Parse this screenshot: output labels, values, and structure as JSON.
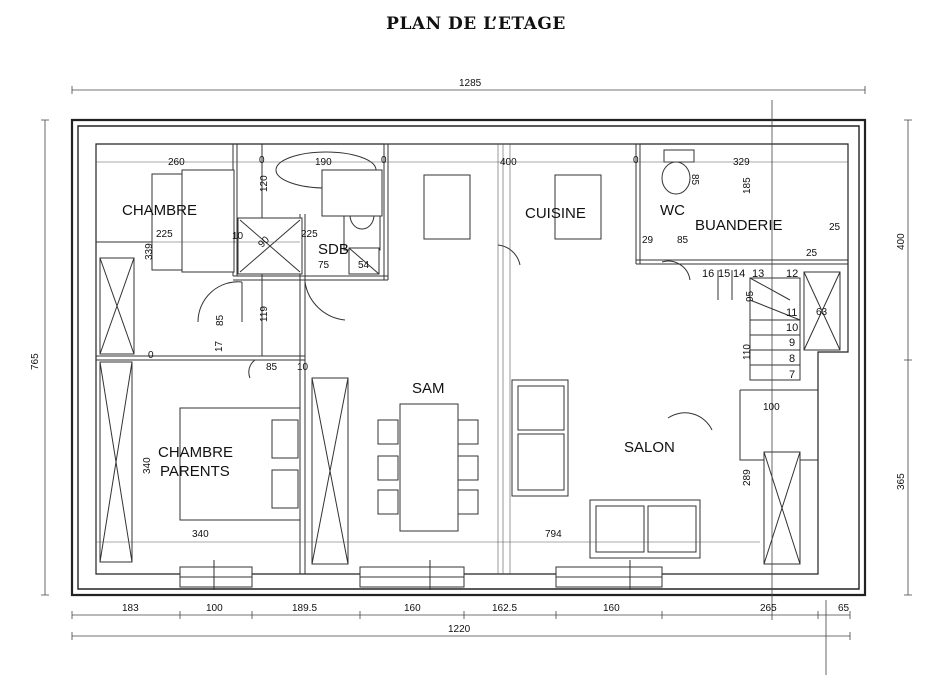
{
  "title": "PLAN DE L’ETAGE",
  "rooms": {
    "chambre": "CHAMBRE",
    "sdb": "SDB",
    "cuisine": "CUISINE",
    "wc": "WC",
    "buanderie": "BUANDERIE",
    "sam": "SAM",
    "salon": "SALON",
    "parents_line1": "CHAMBRE",
    "parents_line2": "PARENTS"
  },
  "dimensions": {
    "top_total": "1285",
    "bottom_total": "1220",
    "left_total": "765",
    "right_upper": "400",
    "right_lower": "365",
    "bottom_segments": [
      "183",
      "100",
      "189.5",
      "160",
      "162.5",
      "160",
      "265",
      "65"
    ],
    "interior": {
      "d260": "260",
      "d190": "190",
      "d400": "400",
      "d329": "329",
      "d120": "120",
      "d85a": "85",
      "d185": "185",
      "d225a": "225",
      "d10a": "10",
      "d90": "90",
      "d225b": "225",
      "d75": "75",
      "d54": "54",
      "d29": "29",
      "d85b": "85",
      "d25a": "25",
      "d25b": "25",
      "d339": "339",
      "d85c": "85",
      "d119": "119",
      "d17": "17",
      "d85d": "85",
      "d10b": "10",
      "d95": "95",
      "d63": "63",
      "d110": "110",
      "d100": "100",
      "d289": "289",
      "d340a": "340",
      "d340b": "340",
      "d794": "794",
      "d0a": "0",
      "d0b": "0",
      "d0c": "0",
      "d0d": "0"
    }
  },
  "stairs": [
    "16",
    "15",
    "14",
    "13",
    "12",
    "11",
    "10",
    "9",
    "8",
    "7"
  ]
}
